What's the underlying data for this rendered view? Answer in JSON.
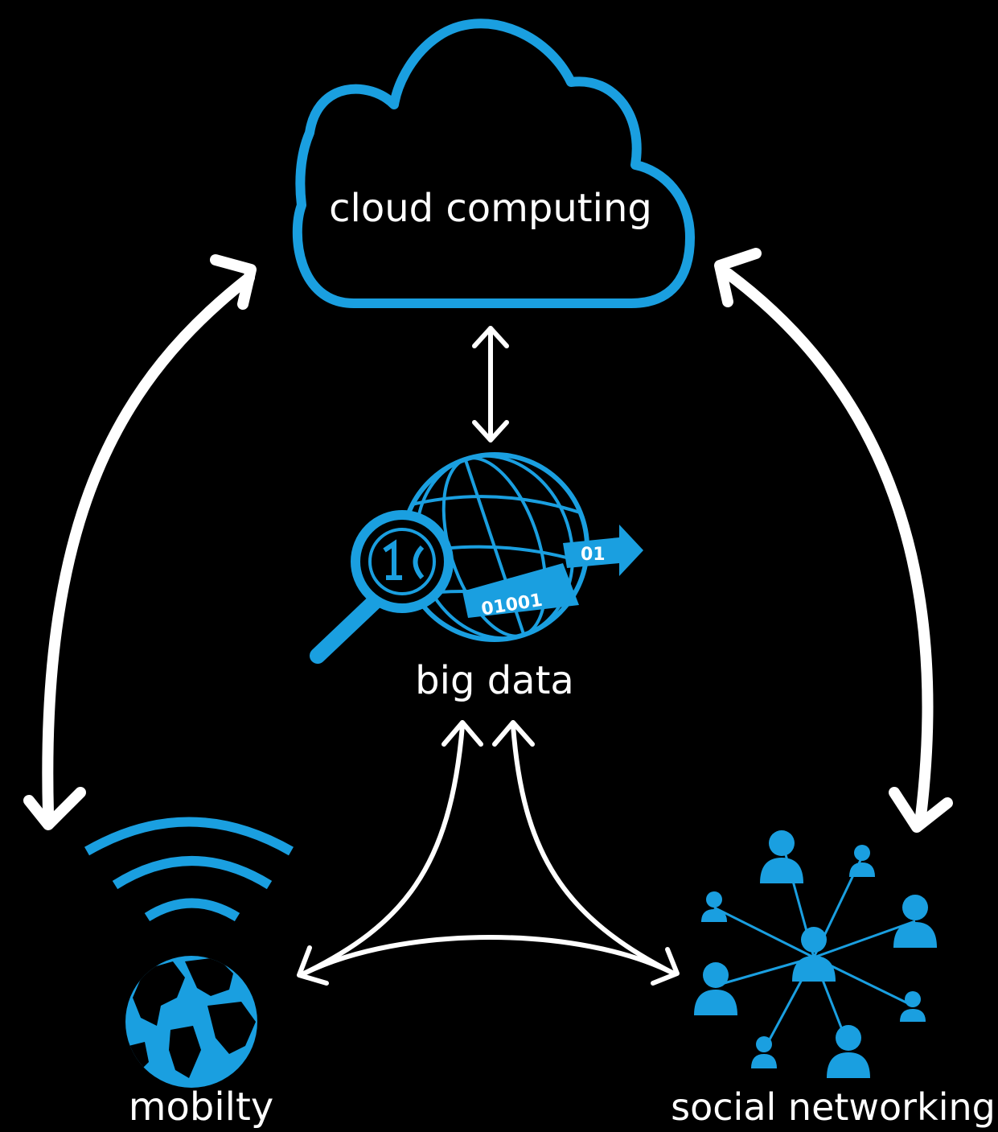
{
  "colors": {
    "background": "#000000",
    "accent": "#1a9fe0",
    "arrow": "#ffffff",
    "text": "#ffffff"
  },
  "nodes": {
    "cloud": {
      "label": "cloud computing",
      "icon": "cloud-icon"
    },
    "big_data": {
      "label": "big data",
      "icon": "globe-magnifier-icon",
      "binary_1": "01001",
      "binary_2": "01"
    },
    "mobility": {
      "label": "mobilty",
      "icon": "wifi-globe-icon"
    },
    "social": {
      "label": "social networking",
      "icon": "people-network-icon"
    }
  }
}
